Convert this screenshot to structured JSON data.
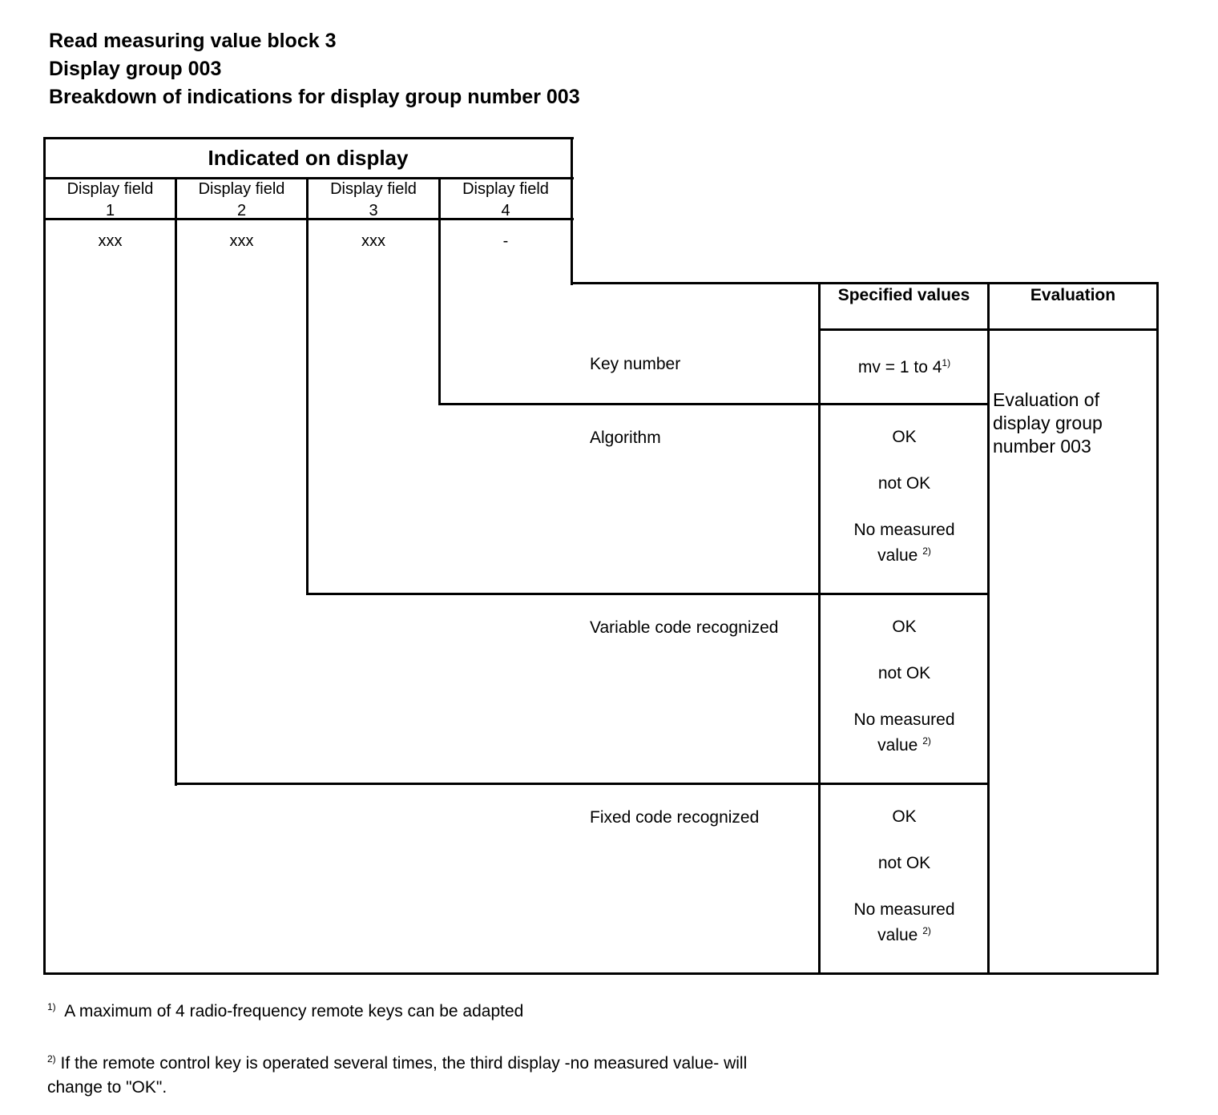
{
  "titles": {
    "line1": "Read measuring value block 3",
    "line2": "Display group 003",
    "line3": "Breakdown of indications for display group number 003"
  },
  "table": {
    "indicated_header": "Indicated on display",
    "display_fields": [
      {
        "label": "Display field",
        "number": "1",
        "value": "xxx"
      },
      {
        "label": "Display field",
        "number": "2",
        "value": "xxx"
      },
      {
        "label": "Display field",
        "number": "3",
        "value": "xxx"
      },
      {
        "label": "Display field",
        "number": "4",
        "value": "-"
      }
    ],
    "specified_header": "Specified values",
    "evaluation_header": "Evaluation",
    "evaluation_text": "Evaluation of display group number 003",
    "rows": [
      {
        "label": "Key number",
        "spec_main": "mv = 1 to 4",
        "spec_sup": "1)"
      },
      {
        "label": "Algorithm",
        "ok": "OK",
        "not_ok": "not OK",
        "no_measured": "No measured",
        "value_word": "value",
        "sup": "2)"
      },
      {
        "label": "Variable code recognized",
        "ok": "OK",
        "not_ok": "not OK",
        "no_measured": "No measured",
        "value_word": "value",
        "sup": "2)"
      },
      {
        "label": "Fixed code recognized",
        "ok": "OK",
        "not_ok": "not OK",
        "no_measured": "No measured",
        "value_word": "value",
        "sup": "2)"
      }
    ]
  },
  "footnotes": [
    {
      "marker": "1)",
      "text": "A maximum of 4 radio-frequency remote keys can be adapted"
    },
    {
      "marker": "2)",
      "line1": "If the remote control key is operated several times, the third display -no measured value- will",
      "line2": "change to \"OK\"."
    }
  ]
}
